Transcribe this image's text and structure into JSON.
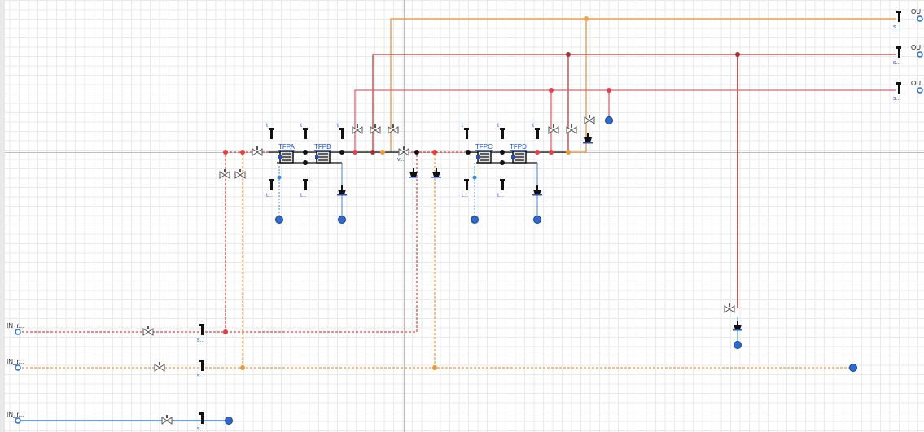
{
  "diagram": {
    "inputs": [
      {
        "label": "IN_r...",
        "sensor_label": "s..."
      },
      {
        "label": "IN_r...",
        "sensor_label": "s..."
      },
      {
        "label": "IN_r...",
        "sensor_label": "s..."
      }
    ],
    "outputs": [
      {
        "label": "OU",
        "sensor_label": "s..."
      },
      {
        "label": "OU",
        "sensor_label": "s..."
      },
      {
        "label": "OU",
        "sensor_label": "s..."
      }
    ],
    "components": [
      {
        "label": "TFPA"
      },
      {
        "label": "TFPB"
      },
      {
        "label": "TFPC"
      },
      {
        "label": "TFPD"
      }
    ],
    "small_labels": {
      "t": "t",
      "t_ellipsis": "t...",
      "v": "v..."
    },
    "colors": {
      "red_dashed": "#e0403f",
      "orange_dashed": "#f0963a",
      "orange_solid": "#f0a050",
      "darkred_solid": "#c0393f",
      "blue_solid": "#3b86d8",
      "port_blue": "#2d6bd0",
      "junction_black": "#111111"
    },
    "icons": [
      "valve-icon",
      "sensor-icon",
      "port-icon",
      "heat-exchanger-icon",
      "pump-icon",
      "junction-icon"
    ]
  }
}
